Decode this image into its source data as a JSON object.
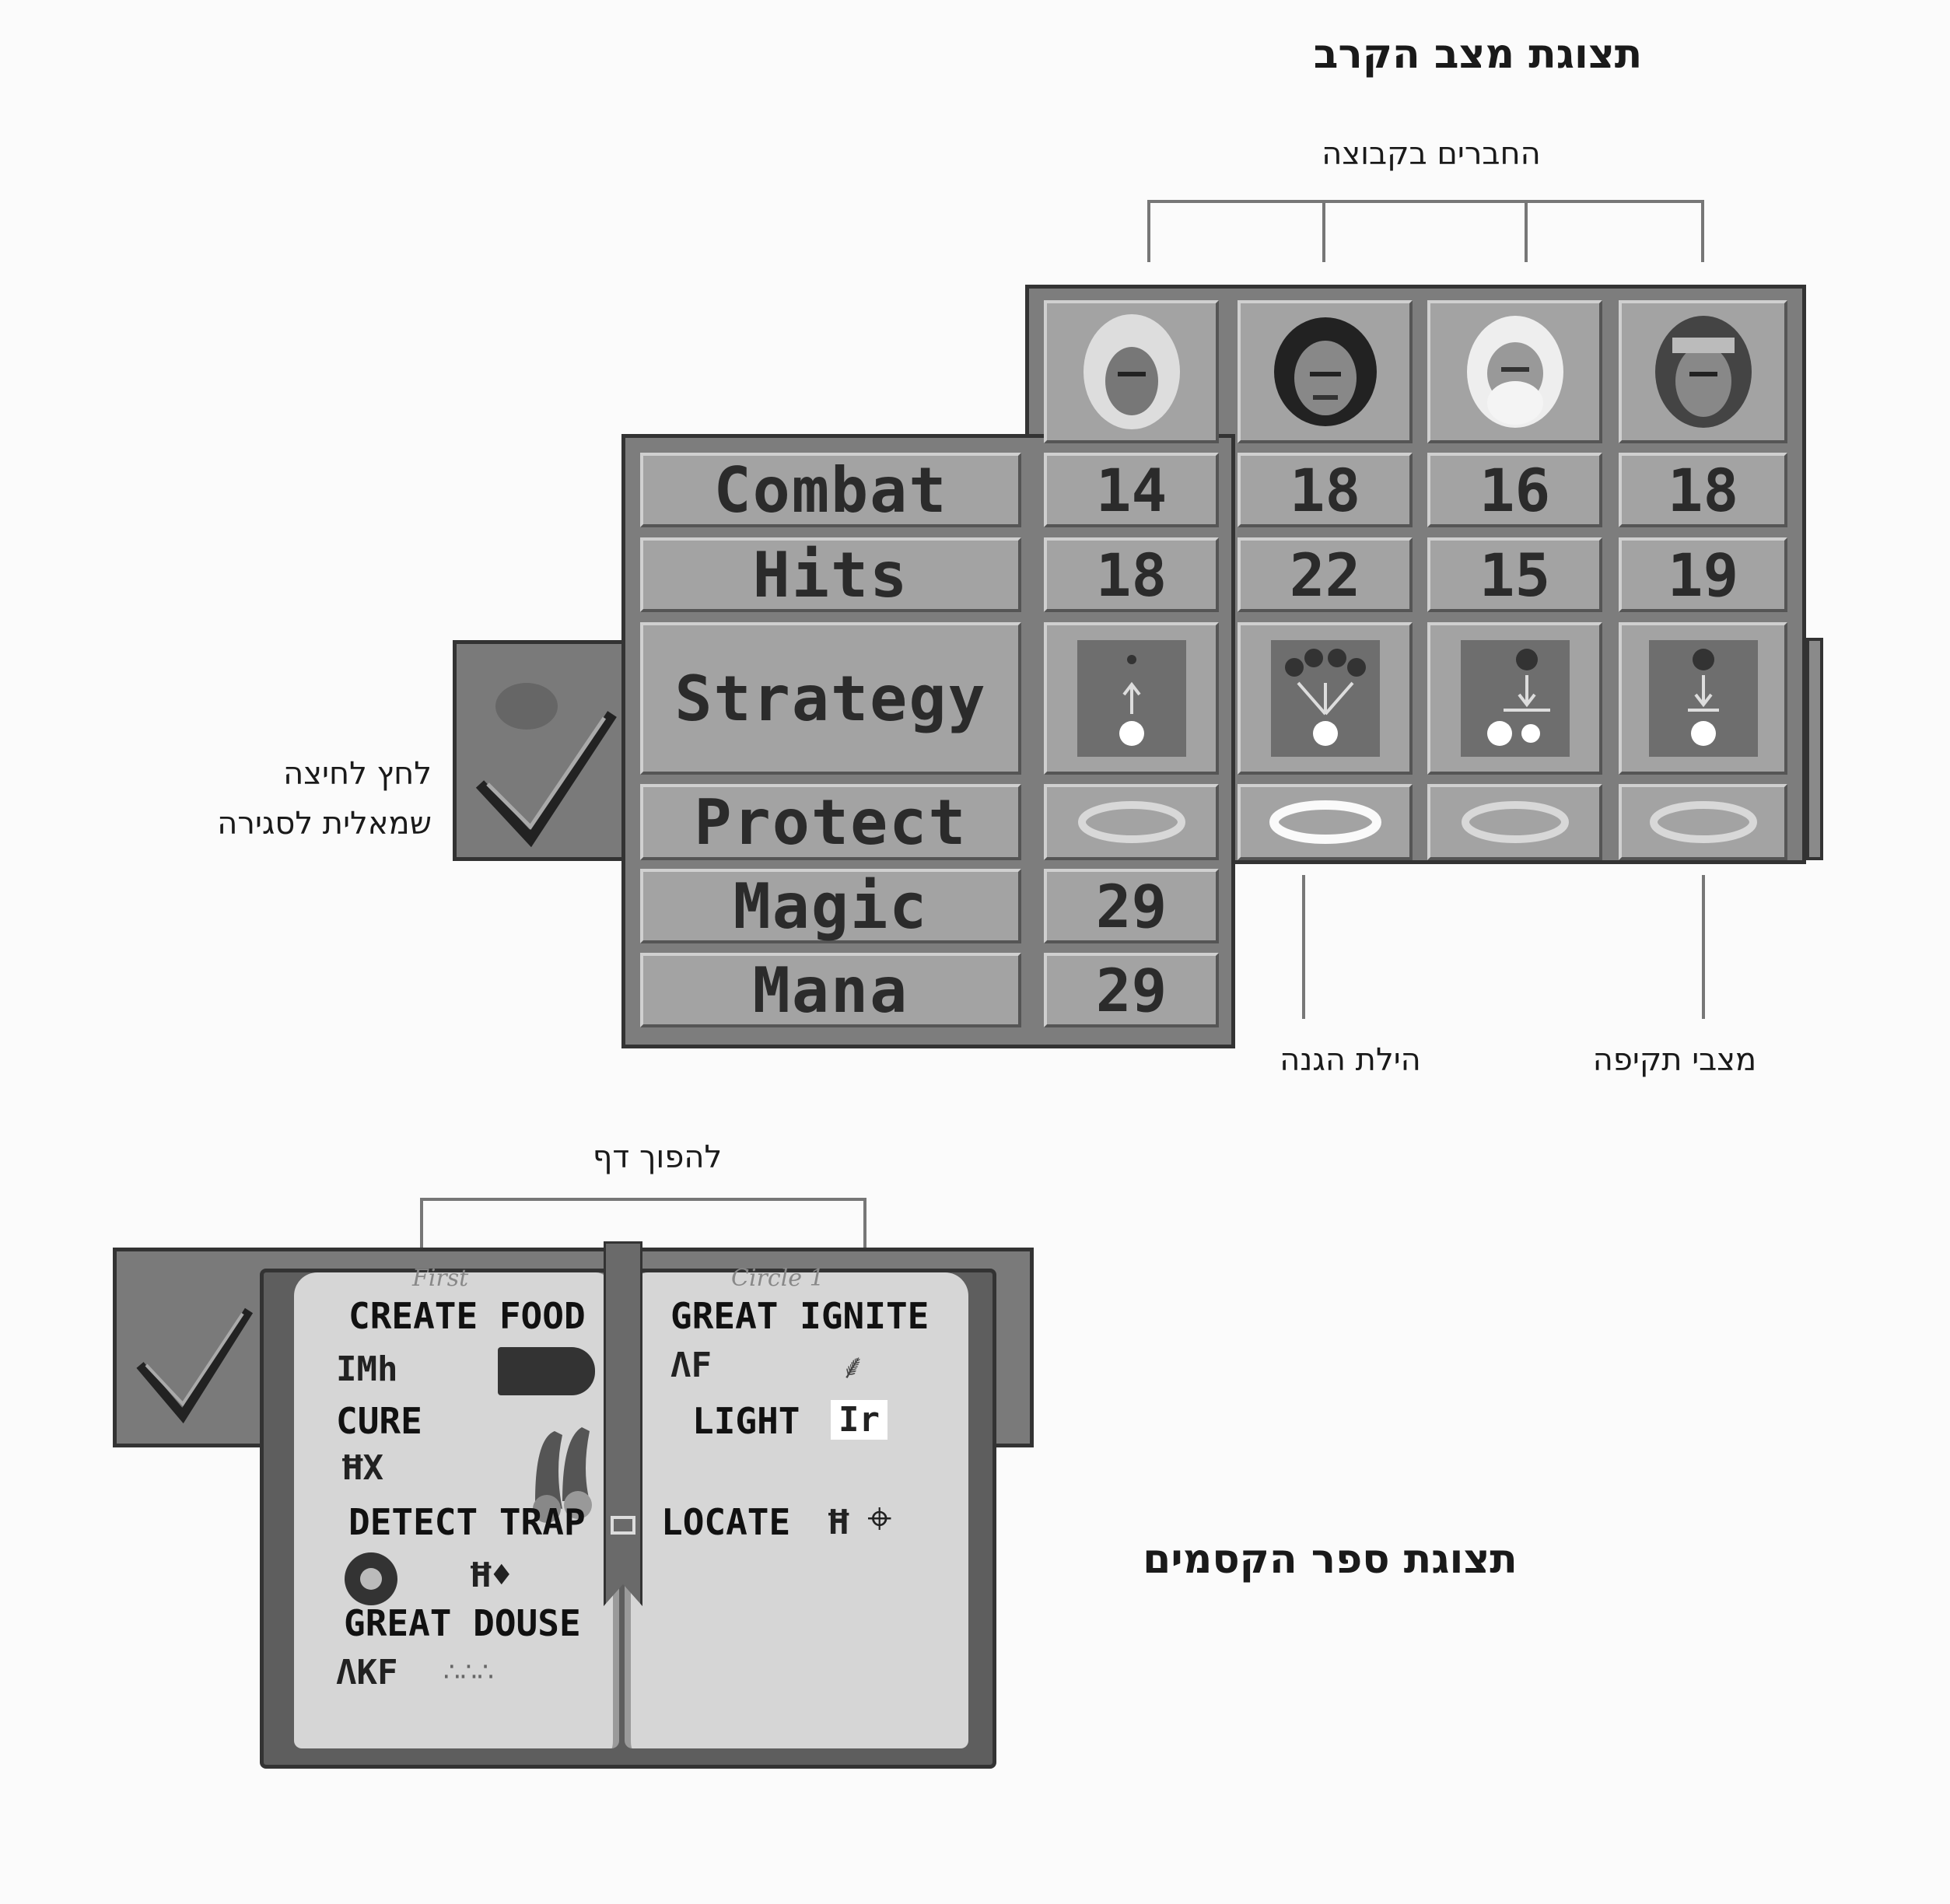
{
  "combat_section": {
    "title": "תצוגת מצב הקרב",
    "party_members_caption": "החברים בקבוצה",
    "close_hint_line1": "לחץ לחיצה",
    "close_hint_line2": "שמאלית לסגירה",
    "protect_aura_caption": "הילת הגנה",
    "attack_modes_caption": "מצבי תקיפה",
    "stats": {
      "labels": [
        "Combat",
        "Hits",
        "Strategy",
        "Protect",
        "Magic",
        "Mana"
      ],
      "combat": [
        "14",
        "18",
        "16",
        "18"
      ],
      "hits": [
        "18",
        "22",
        "15",
        "19"
      ],
      "magic": "29",
      "mana": "29"
    }
  },
  "spellbook_section": {
    "title": "תצוגת ספר הקסמים",
    "turn_page_caption": "להפוך דף",
    "left_page_header": "First",
    "right_page_header": "Circle 1",
    "left_spells": [
      {
        "name": "CREATE FOOD",
        "runes": "IMh"
      },
      {
        "name": "CURE",
        "runes": "ĦX"
      },
      {
        "name": "DETECT TRAP",
        "runes": "Ħ♦"
      },
      {
        "name": "GREAT DOUSE",
        "runes": "ΛKF"
      }
    ],
    "right_spells": [
      {
        "name": "GREAT IGNITE",
        "runes": "ΛF"
      },
      {
        "name": "LIGHT",
        "runes": "Ir"
      },
      {
        "name": "LOCATE",
        "runes": "Ħ"
      }
    ]
  }
}
